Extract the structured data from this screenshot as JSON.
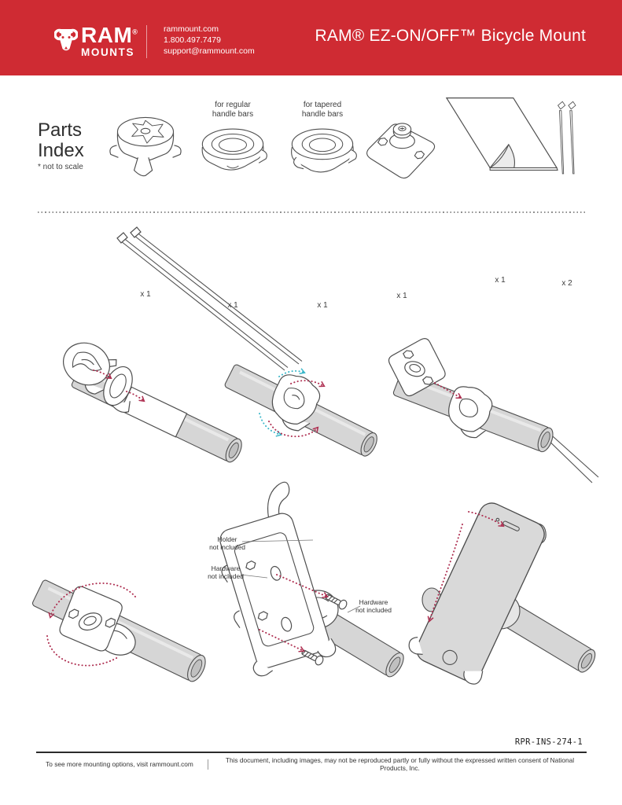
{
  "header": {
    "background": "#cf2b33",
    "brand": {
      "name": "RAM",
      "registered": "®",
      "sub": "MOUNTS"
    },
    "contact": {
      "website": "rammount.com",
      "phone": "1.800.497.7479",
      "email": "support@rammount.com"
    },
    "title": "RAM® EZ-ON/OFF™ Bicycle Mount"
  },
  "parts_index": {
    "heading_line1": "Parts",
    "heading_line2": "Index",
    "note": "* not to scale",
    "parts": [
      {
        "id": "ez-on-off-base",
        "qty": "x 1",
        "note_line1": "",
        "note_line2": ""
      },
      {
        "id": "wedge-regular-handlebars",
        "qty": "x 1",
        "note_line1": "for regular",
        "note_line2": "handle bars"
      },
      {
        "id": "wedge-tapered-handlebars",
        "qty": "x 1",
        "note_line1": "for tapered",
        "note_line2": "handle bars"
      },
      {
        "id": "diamond-ball-base",
        "qty": "x 1",
        "note_line1": "",
        "note_line2": ""
      },
      {
        "id": "adhesive-sheet",
        "qty": "x 1",
        "note_line1": "",
        "note_line2": ""
      },
      {
        "id": "cable-ties",
        "qty": "x 2",
        "note_line1": "",
        "note_line2": ""
      }
    ]
  },
  "diagram": {
    "labels": {
      "holder": {
        "line1": "Holder",
        "line2": "not included"
      },
      "hardware_left": {
        "line1": "Hardware",
        "line2": "not included"
      },
      "hardware_right": {
        "line1": "Hardware",
        "line2": "not included"
      }
    },
    "colors": {
      "arrow_red": "#ae2e50",
      "arrow_cyan": "#3ab7c9",
      "line": "#4f4f4f",
      "tube_fill": "#d6d6d6"
    }
  },
  "footer": {
    "doc_number": "RPR-INS-274-1",
    "left_note": "To see more mounting options, visit rammount.com",
    "copyright": "This document, including images, may not be reproduced partly or fully without the expressed written consent of National Products, Inc."
  }
}
